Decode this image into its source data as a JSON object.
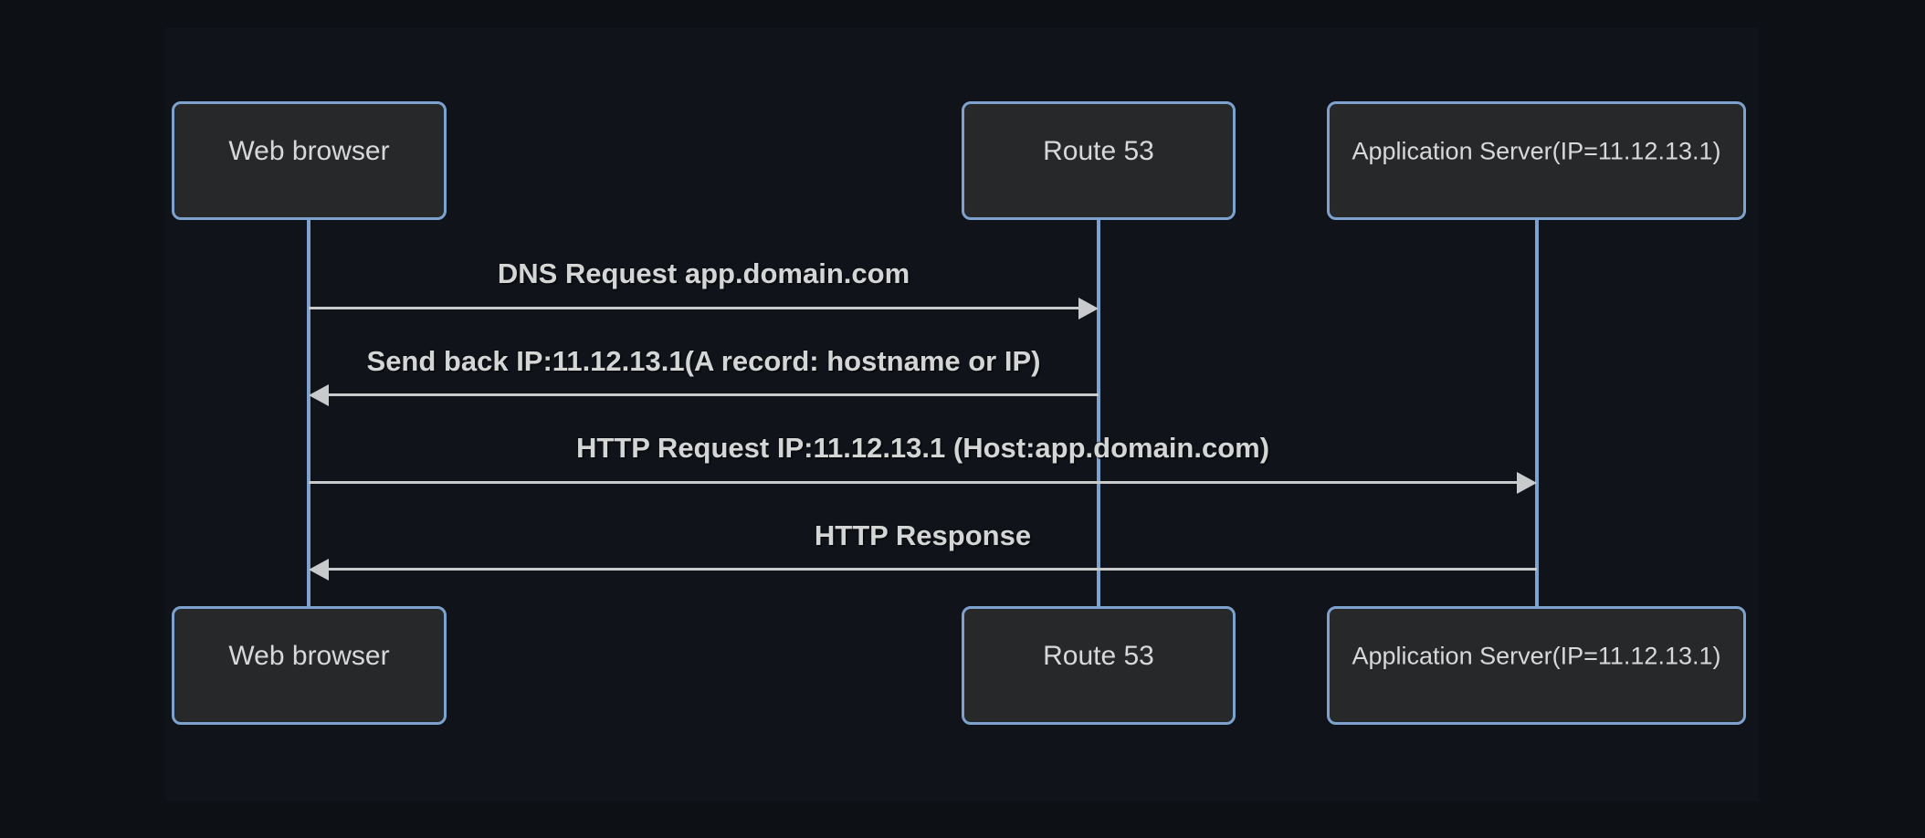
{
  "diagram": {
    "type": "sequence-diagram",
    "actors": [
      {
        "id": "web-browser",
        "label": "Web browser"
      },
      {
        "id": "route-53",
        "label": "Route 53"
      },
      {
        "id": "app-server",
        "label": "Application Server(IP=11.12.13.1)"
      }
    ],
    "messages": [
      {
        "label": "DNS Request app.domain.com",
        "from": "web-browser",
        "to": "route-53",
        "direction": "right",
        "line_style": "solid"
      },
      {
        "label": "Send back IP:11.12.13.1(A record: hostname or IP)",
        "from": "route-53",
        "to": "web-browser",
        "direction": "left",
        "line_style": "solid"
      },
      {
        "label": "HTTP Request IP:11.12.13.1 (Host:app.domain.com)",
        "from": "web-browser",
        "to": "app-server",
        "direction": "right",
        "line_style": "solid"
      },
      {
        "label": "HTTP Response",
        "from": "app-server",
        "to": "web-browser",
        "direction": "left",
        "line_style": "solid"
      }
    ],
    "colors": {
      "page_background": "#0d1014",
      "diagram_background": "#10131a",
      "actor_fill": "#26282a",
      "actor_border": "#7da2cd",
      "lifeline": "#7da2cd",
      "arrow": "#c9cacb",
      "actor_text": "#d7d8d8",
      "message_text": "#d4d5d5"
    }
  }
}
